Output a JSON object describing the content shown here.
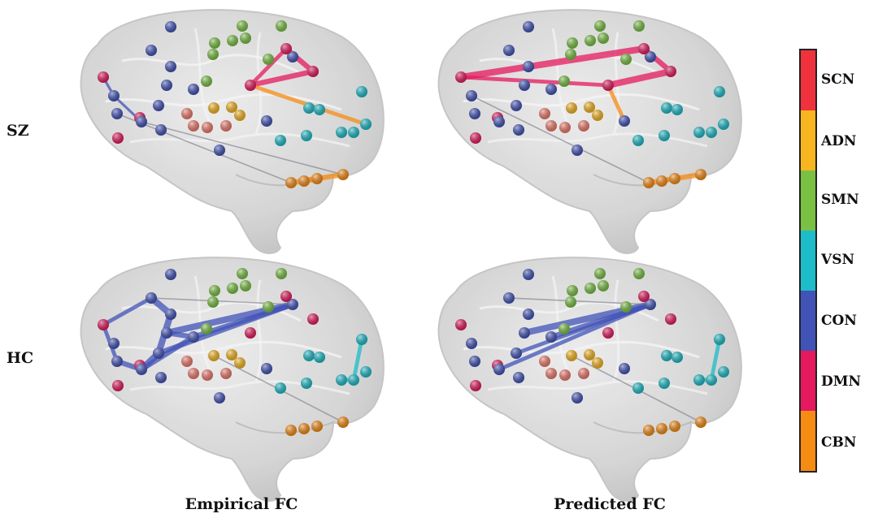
{
  "row_labels": [
    "SZ",
    "HC"
  ],
  "col_labels": [
    "Empirical FC",
    "Predicted FC"
  ],
  "networks": [
    {
      "name": "SCN",
      "color": "#f0323c"
    },
    {
      "name": "ADN",
      "color": "#f7b620"
    },
    {
      "name": "SMN",
      "color": "#79c143"
    },
    {
      "name": "VSN",
      "color": "#1cbcc9"
    },
    {
      "name": "CON",
      "color": "#4253b8"
    },
    {
      "name": "DMN",
      "color": "#e5195e"
    },
    {
      "name": "CBN",
      "color": "#f78c14"
    }
  ]
}
